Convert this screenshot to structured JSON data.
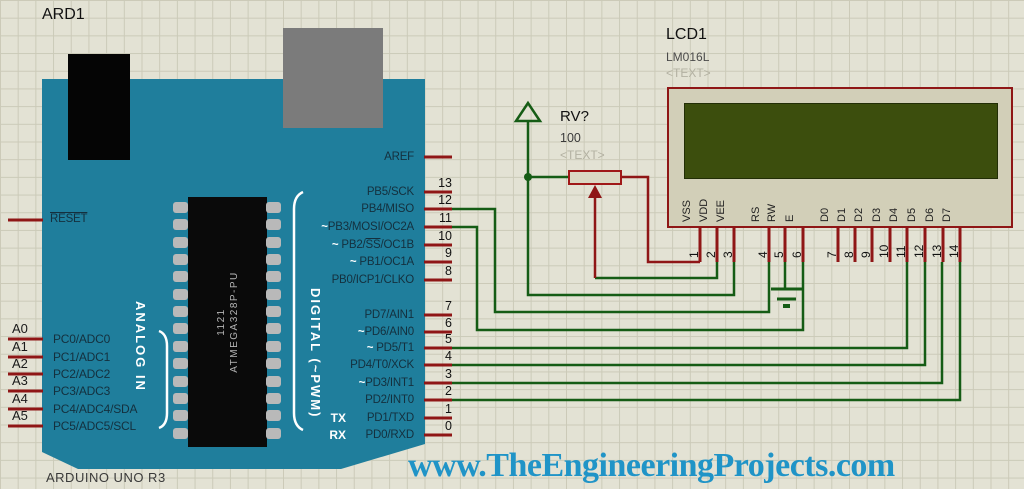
{
  "colors": {
    "wire_green": "#155c15",
    "wire_red": "#8f1616",
    "board_teal": "#1f7e9c",
    "lcd_screen_green": "#3c4e0d",
    "watermark_blue": "#2094c7"
  },
  "watermark": "www.TheEngineeringProjects.com",
  "arduino": {
    "ref": "ARD1",
    "board_name": "ARDUINO UNO R3",
    "reset_label": "RESET",
    "analog_group_label": "ANALOG IN",
    "digital_group_label": "DIGITAL (~PWM)",
    "chip_marking_line1": "1121",
    "chip_marking_line2": "ATMEGA328P-PU",
    "left_pins": [
      {
        "outer": "A0",
        "inner": "PC0/ADC0"
      },
      {
        "outer": "A1",
        "inner": "PC1/ADC1"
      },
      {
        "outer": "A2",
        "inner": "PC2/ADC2"
      },
      {
        "outer": "A3",
        "inner": "PC3/ADC3"
      },
      {
        "outer": "A4",
        "inner": "PC4/ADC4/SDA"
      },
      {
        "outer": "A5",
        "inner": "PC5/ADC5/SCL"
      }
    ],
    "right_pins": [
      {
        "num": null,
        "label": "AREF"
      },
      {
        "num": "13",
        "label": "PB5/SCK"
      },
      {
        "num": "12",
        "label": "PB4/MISO"
      },
      {
        "num": "11",
        "label": "~PB3/MOSI/OC2A"
      },
      {
        "num": "10",
        "label": "~ PB2/SS/OC1B",
        "overline": "SS"
      },
      {
        "num": "9",
        "label": "~ PB1/OC1A"
      },
      {
        "num": "8",
        "label": "PB0/ICP1/CLKO"
      },
      {
        "num": "7",
        "label": "PD7/AIN1"
      },
      {
        "num": "6",
        "label": "~PD6/AIN0"
      },
      {
        "num": "5",
        "label": "~ PD5/T1"
      },
      {
        "num": "4",
        "label": "PD4/T0/XCK"
      },
      {
        "num": "3",
        "label": "~PD3/INT1"
      },
      {
        "num": "2",
        "label": "PD2/INT0"
      },
      {
        "num": "1",
        "label": "PD1/TXD",
        "prefix": "TX"
      },
      {
        "num": "0",
        "label": "PD0/RXD",
        "prefix": "RX"
      }
    ]
  },
  "lcd": {
    "ref": "LCD1",
    "part": "LM016L",
    "text_placeholder": "<TEXT>",
    "pins": [
      {
        "num": "1",
        "name": "VSS"
      },
      {
        "num": "2",
        "name": "VDD"
      },
      {
        "num": "3",
        "name": "VEE"
      },
      {
        "num": "4",
        "name": "RS"
      },
      {
        "num": "5",
        "name": "RW"
      },
      {
        "num": "6",
        "name": "E"
      },
      {
        "num": "7",
        "name": "D0"
      },
      {
        "num": "8",
        "name": "D1"
      },
      {
        "num": "9",
        "name": "D2"
      },
      {
        "num": "10",
        "name": "D3"
      },
      {
        "num": "11",
        "name": "D4"
      },
      {
        "num": "12",
        "name": "D5"
      },
      {
        "num": "13",
        "name": "D6"
      },
      {
        "num": "14",
        "name": "D7"
      }
    ]
  },
  "pot": {
    "ref": "RV?",
    "value": "100",
    "text_placeholder": "<TEXT>"
  }
}
